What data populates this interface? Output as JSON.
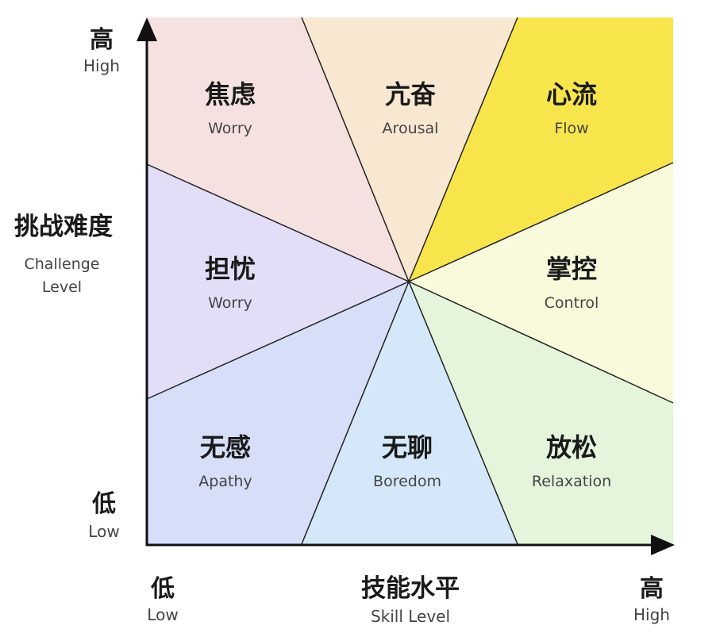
{
  "axes": {
    "y": {
      "title_zh": "挑战难度",
      "title_en_line1": "Challenge",
      "title_en_line2": "Level",
      "high_zh": "高",
      "high_en": "High",
      "low_zh": "低",
      "low_en": "Low"
    },
    "x": {
      "title_zh": "技能水平",
      "title_en": "Skill Level",
      "low_zh": "低",
      "low_en": "Low",
      "high_zh": "高",
      "high_en": "High"
    }
  },
  "regions": [
    {
      "id": "worry-top",
      "zh": "焦虑",
      "en": "Worry",
      "color": "#f5e2e0"
    },
    {
      "id": "arousal",
      "zh": "亢奋",
      "en": "Arousal",
      "color": "#f8e8d1"
    },
    {
      "id": "flow",
      "zh": "心流",
      "en": "Flow",
      "color": "#f8e54c"
    },
    {
      "id": "worry-mid",
      "zh": "担忧",
      "en": "Worry",
      "color": "#e3def8"
    },
    {
      "id": "control",
      "zh": "掌控",
      "en": "Control",
      "color": "#f8fadb"
    },
    {
      "id": "apathy",
      "zh": "无感",
      "en": "Apathy",
      "color": "#d6def8"
    },
    {
      "id": "boredom",
      "zh": "无聊",
      "en": "Boredom",
      "color": "#d4e8fa"
    },
    {
      "id": "relaxation",
      "zh": "放松",
      "en": "Relaxation",
      "color": "#e4f5dc"
    }
  ]
}
